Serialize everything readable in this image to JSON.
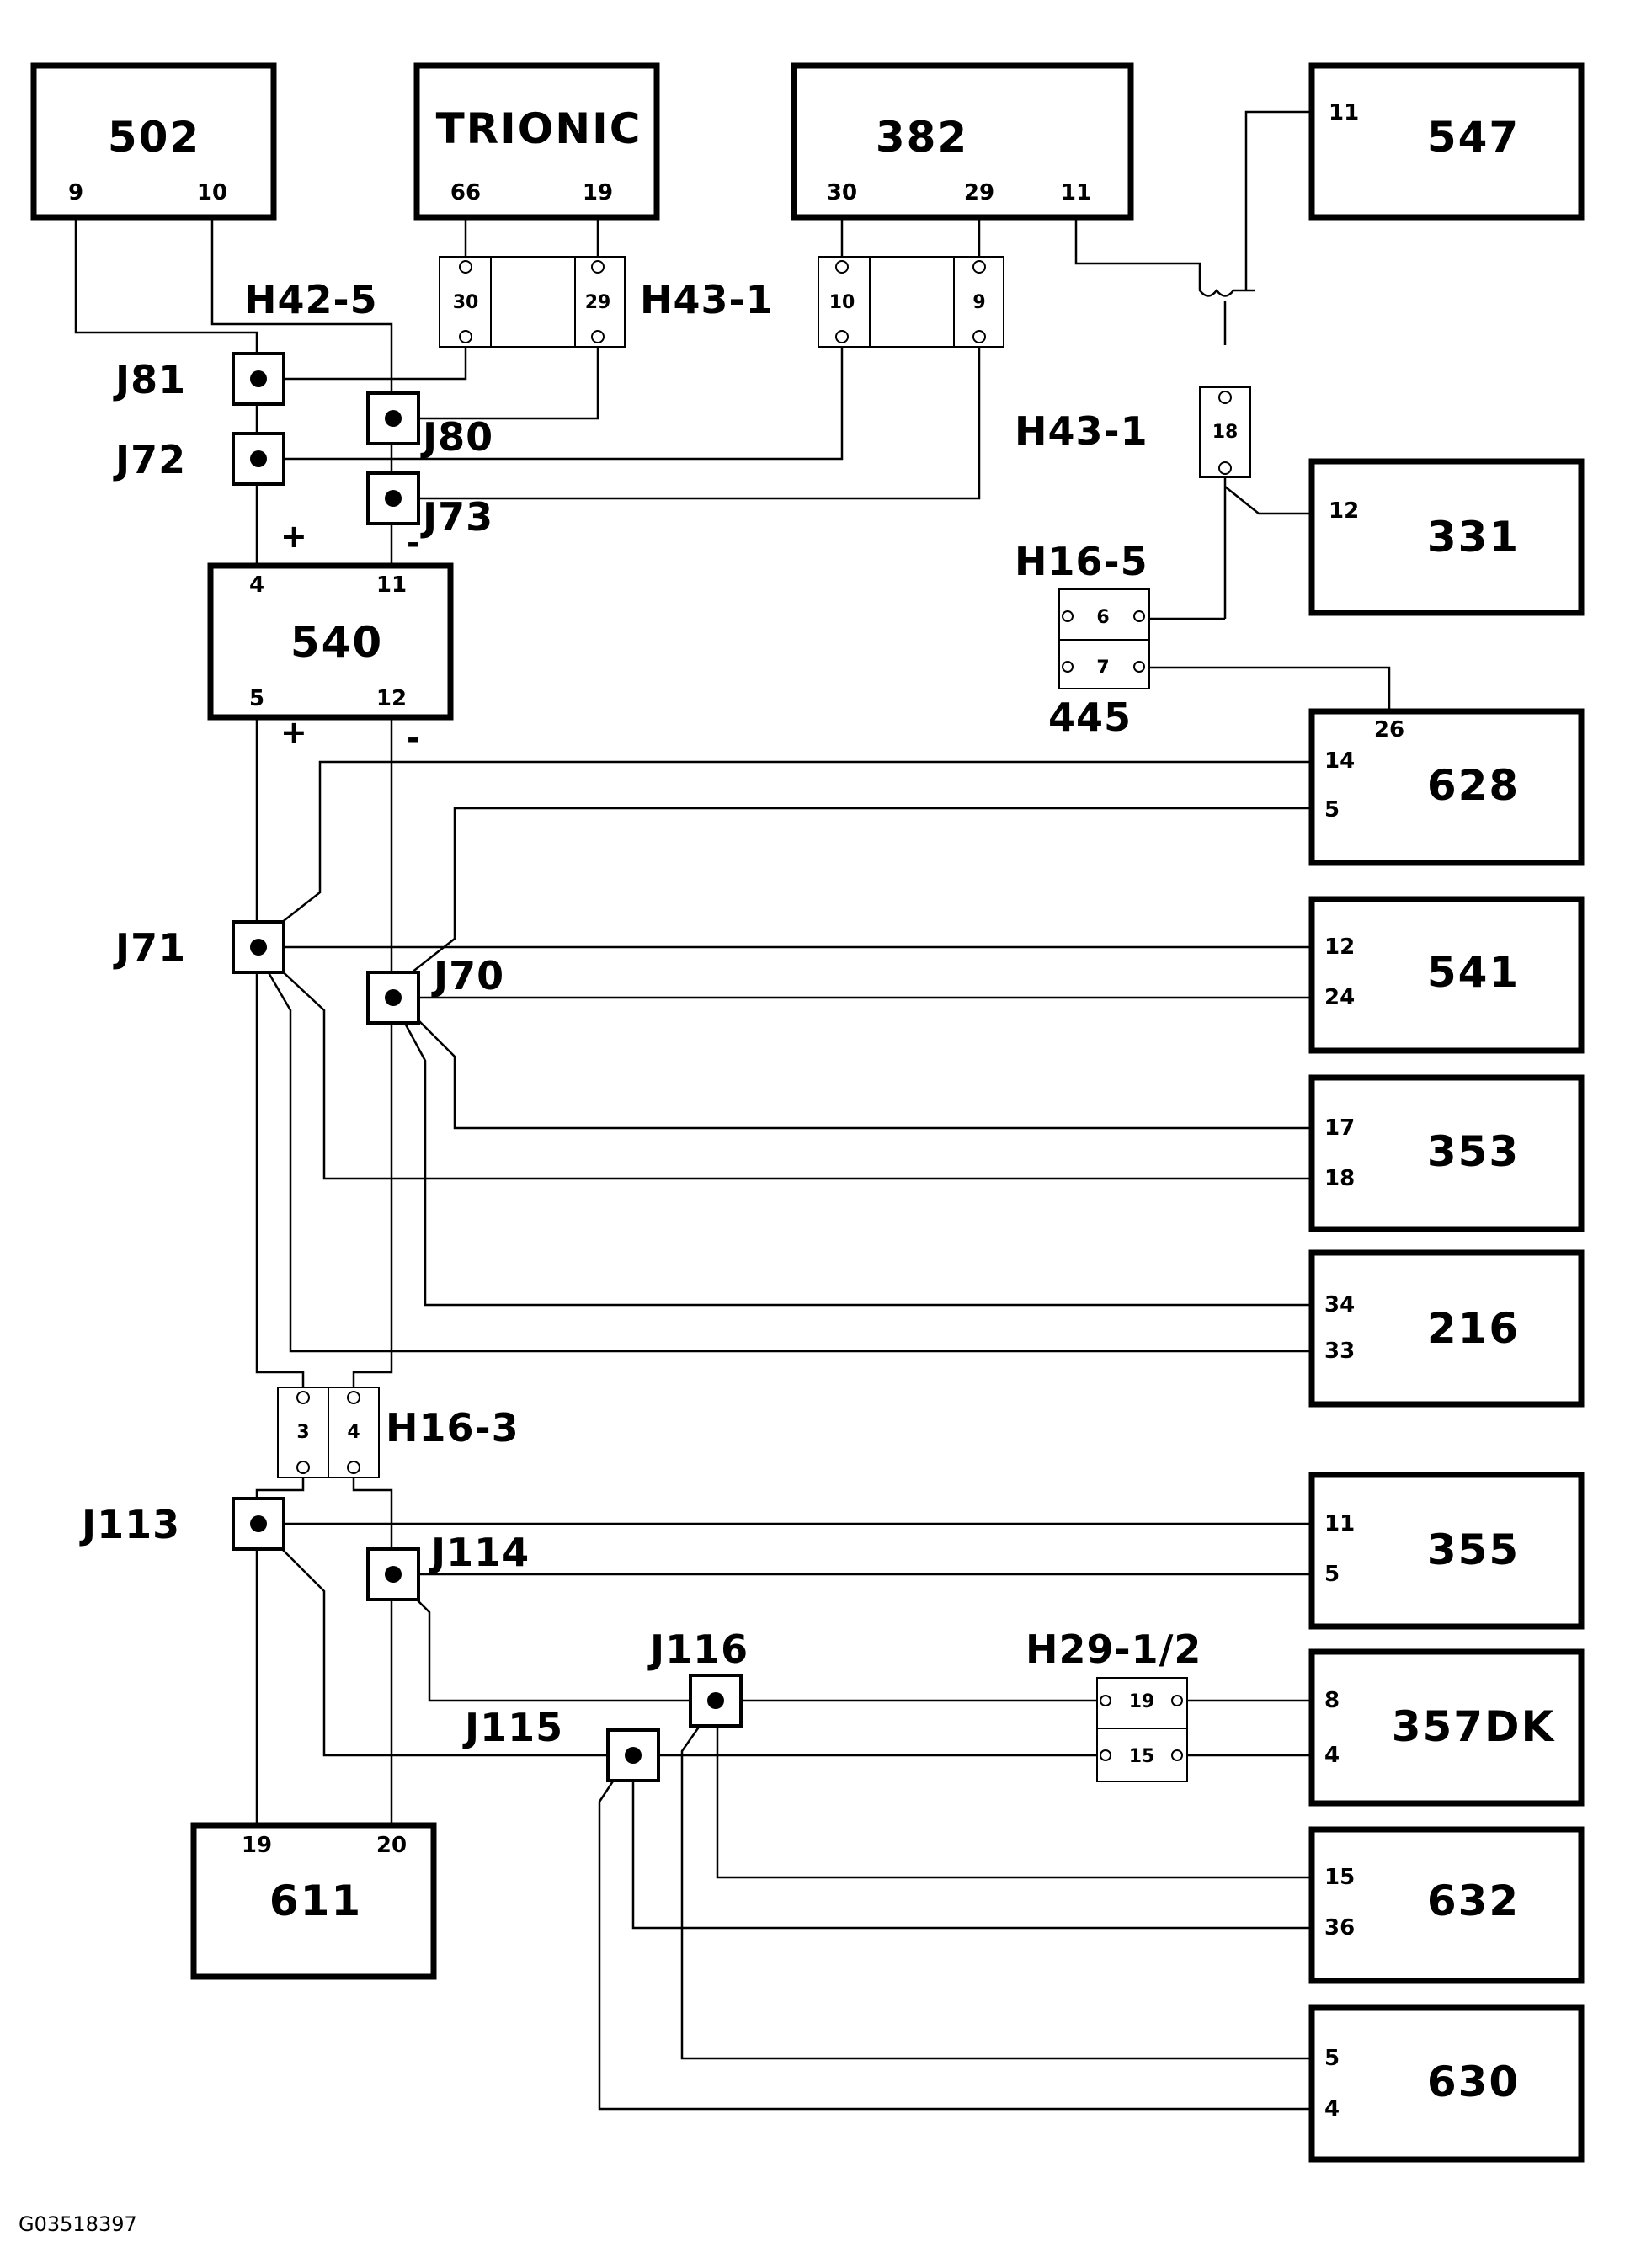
{
  "components": {
    "c502": {
      "name": "502",
      "pins": [
        "9",
        "10"
      ]
    },
    "trionic": {
      "name": "TRIONIC",
      "pins": [
        "66",
        "19"
      ]
    },
    "c382": {
      "name": "382",
      "pins": [
        "30",
        "29",
        "11"
      ]
    },
    "c547": {
      "name": "547",
      "pins": [
        "11"
      ]
    },
    "c331": {
      "name": "331",
      "pins": [
        "12"
      ]
    },
    "c540": {
      "name": "540",
      "pins": [
        "4",
        "11",
        "5",
        "12"
      ]
    },
    "c628": {
      "name": "628",
      "pins": [
        "26",
        "14",
        "5"
      ]
    },
    "c541": {
      "name": "541",
      "pins": [
        "12",
        "24"
      ]
    },
    "c353": {
      "name": "353",
      "pins": [
        "17",
        "18"
      ]
    },
    "c216": {
      "name": "216",
      "pins": [
        "34",
        "33"
      ]
    },
    "c355": {
      "name": "355",
      "pins": [
        "11",
        "5"
      ]
    },
    "c357dk": {
      "name": "357DK",
      "pins": [
        "8",
        "4"
      ]
    },
    "c632": {
      "name": "632",
      "pins": [
        "15",
        "36"
      ]
    },
    "c630": {
      "name": "630",
      "pins": [
        "5",
        "4"
      ]
    },
    "c611": {
      "name": "611",
      "pins": [
        "19",
        "20"
      ]
    }
  },
  "connectors": {
    "h42_5": {
      "name": "H42-5",
      "pins": [
        "30",
        "29"
      ]
    },
    "h43_1a": {
      "name": "H43-1",
      "pins": [
        "10",
        "9"
      ]
    },
    "h43_1b": {
      "name": "H43-1",
      "pins": [
        "18"
      ]
    },
    "h16_5": {
      "name": "H16-5",
      "pins": [
        "6",
        "7"
      ],
      "note": "445"
    },
    "h16_3": {
      "name": "H16-3",
      "pins": [
        "3",
        "4"
      ]
    },
    "h29_1_2": {
      "name": "H29-1/2",
      "pins": [
        "19",
        "15"
      ]
    }
  },
  "splices": {
    "j81": "J81",
    "j72": "J72",
    "j80": "J80",
    "j73": "J73",
    "j71": "J71",
    "j70": "J70",
    "j113": "J113",
    "j114": "J114",
    "j115": "J115",
    "j116": "J116"
  },
  "polarity": {
    "plus": "+",
    "minus": "-"
  },
  "figure_id": "G03518397"
}
